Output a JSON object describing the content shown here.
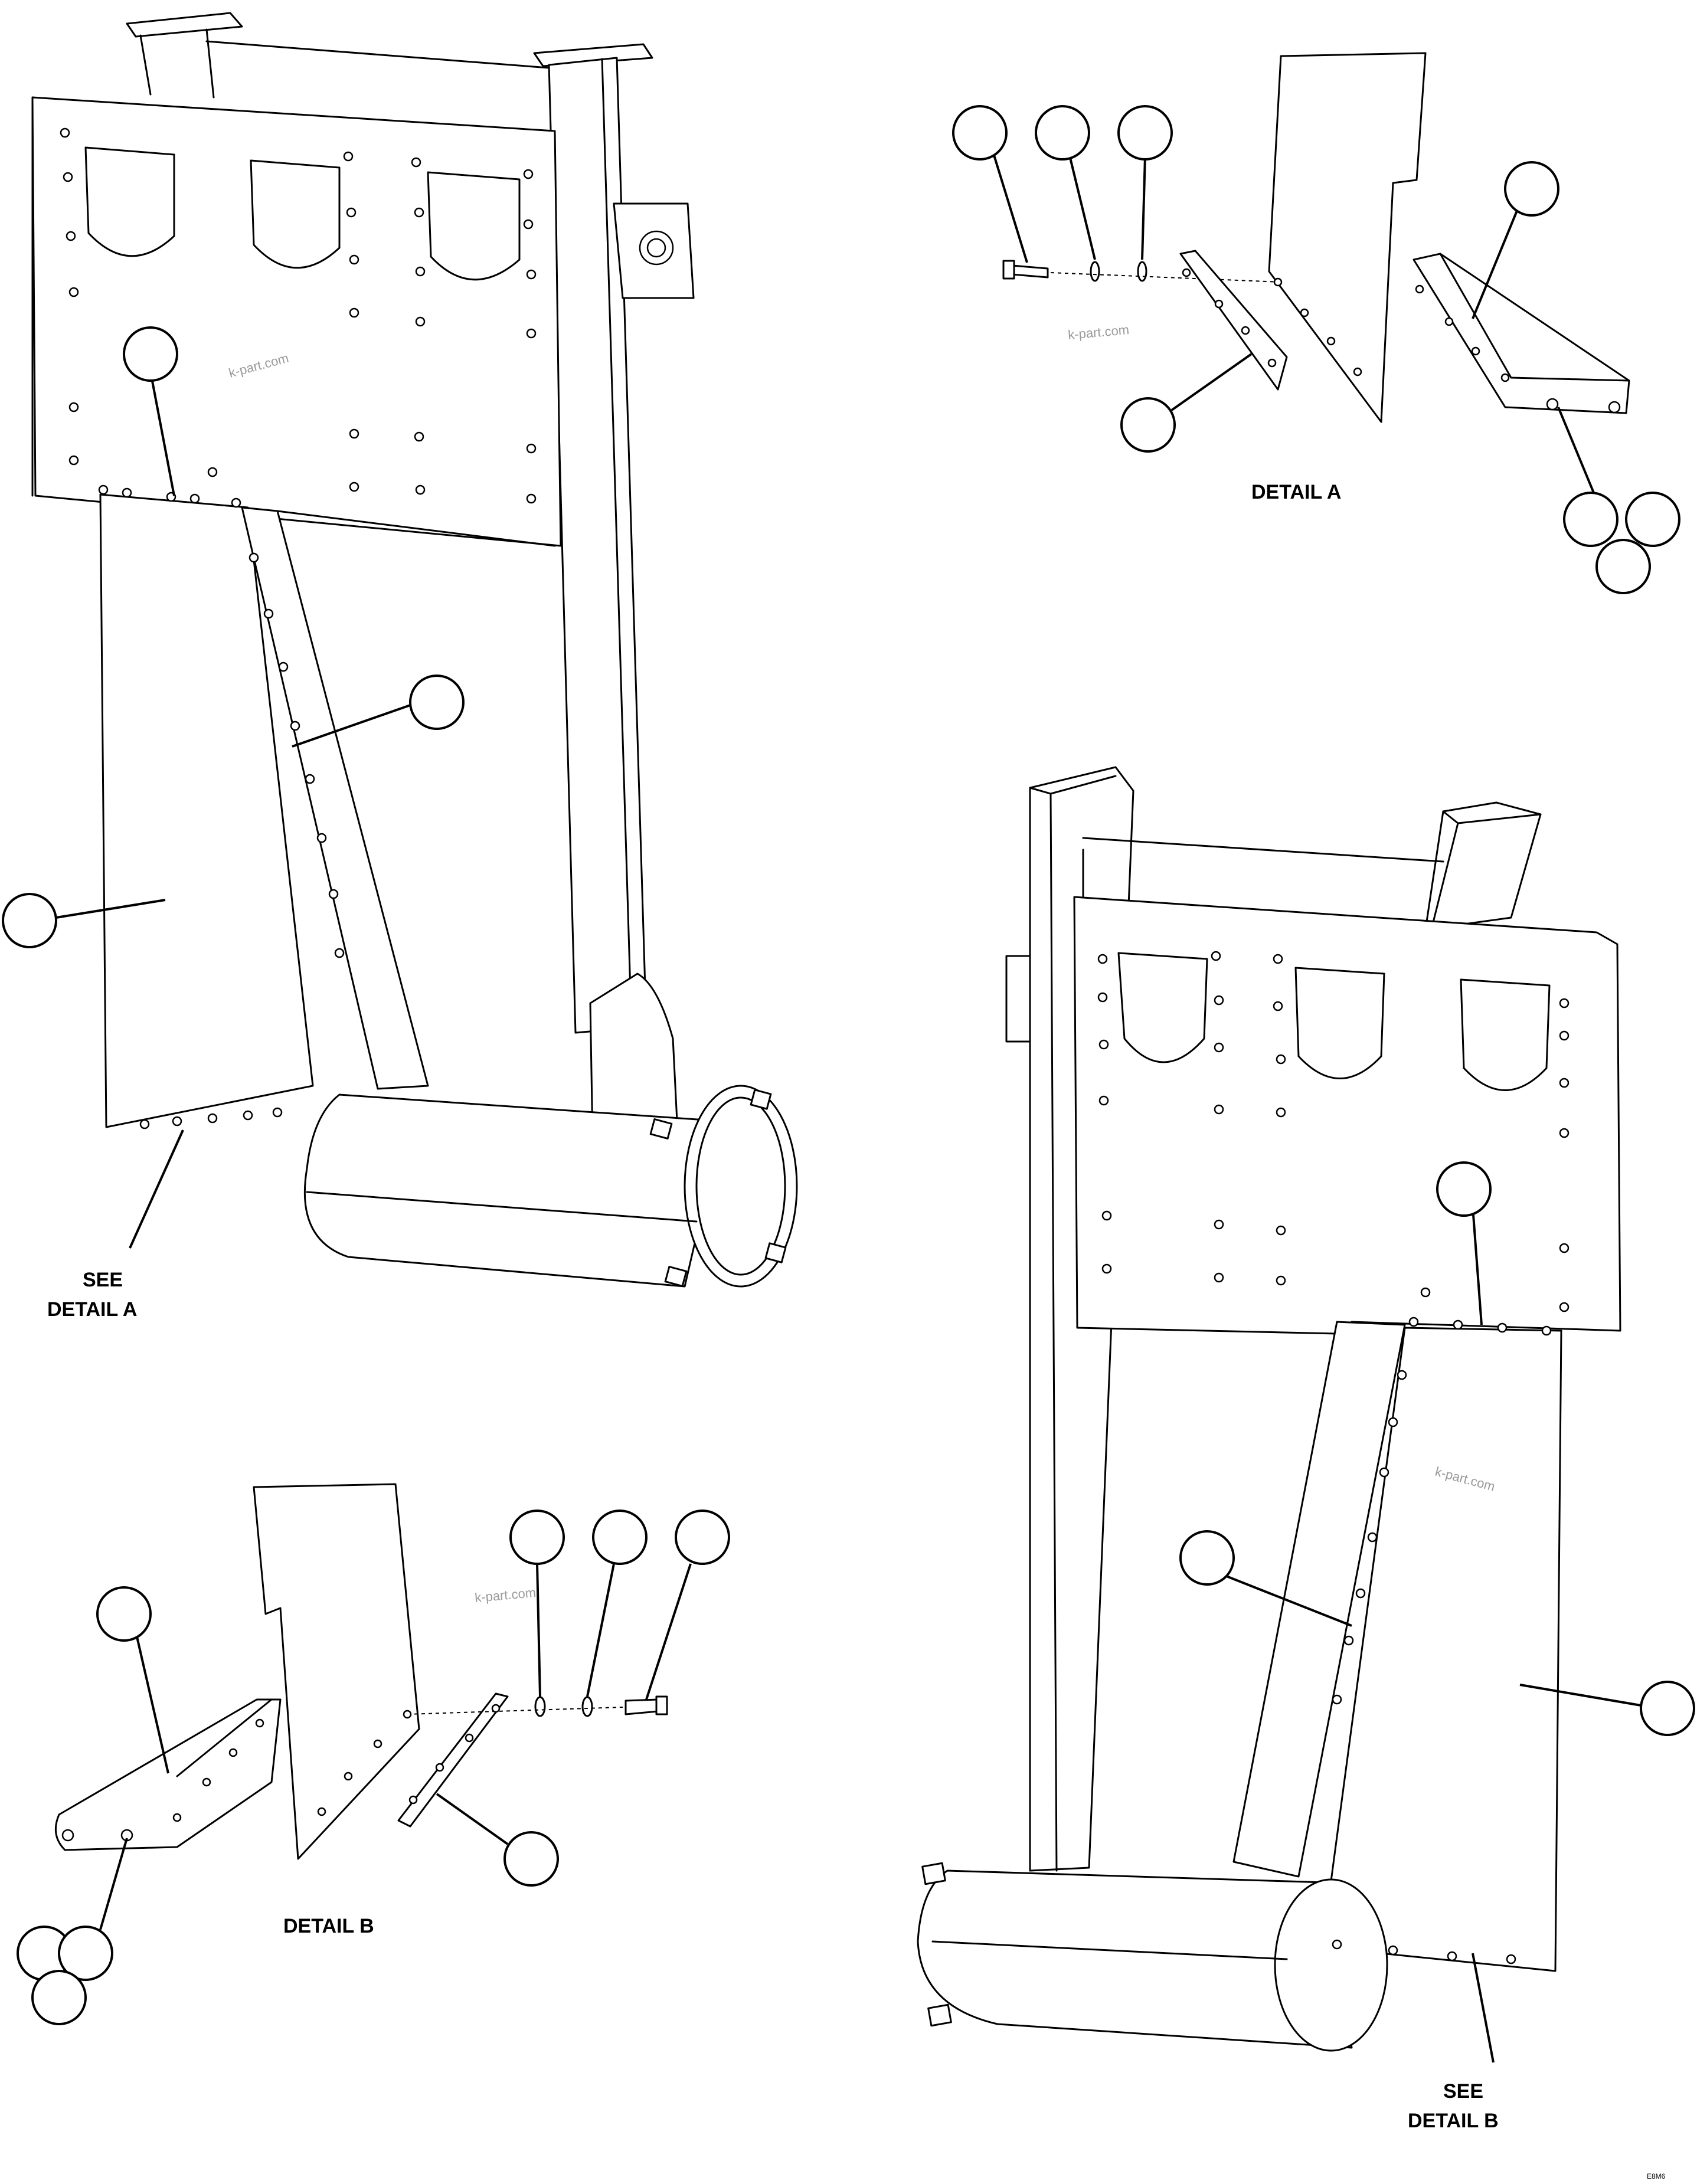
{
  "labels": {
    "detail_a_title": "DETAIL A",
    "detail_b_title": "DETAIL B",
    "see_detail_a_line1": "SEE",
    "see_detail_a_line2": "DETAIL A",
    "see_detail_b_line1": "SEE",
    "see_detail_b_line2": "DETAIL B"
  },
  "watermarks": [
    "k-part.com",
    "k-part.com",
    "k-part.com",
    "k-part.com"
  ],
  "figure_code": "E8M6"
}
